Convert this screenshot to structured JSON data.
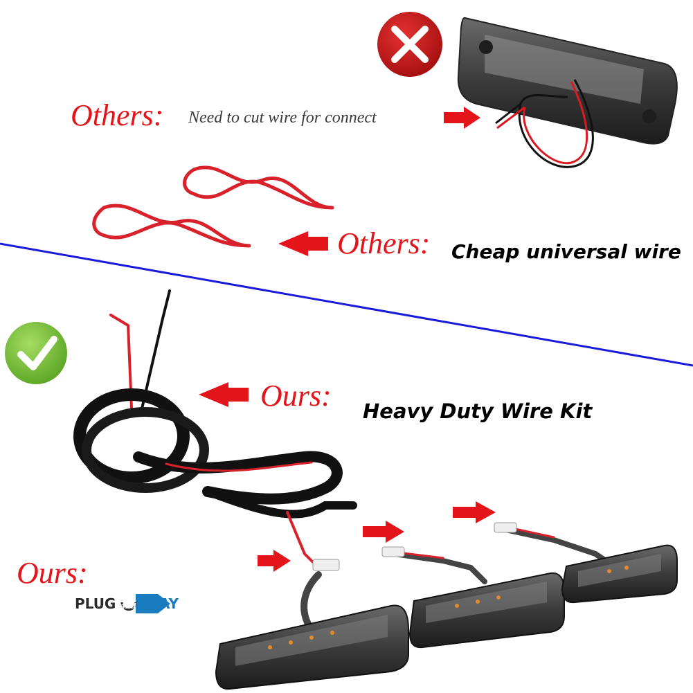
{
  "others_top": {
    "prefix": "Others:",
    "note": "Need to cut wire for connect"
  },
  "others_mid": {
    "prefix": "Others:",
    "note": "Cheap universal wire"
  },
  "ours_kit": {
    "prefix": "Ours:",
    "note": "Heavy Duty Wire Kit"
  },
  "ours_plug": {
    "prefix": "Ours:",
    "logo_text": "PLUG and PLAY"
  },
  "colors": {
    "accent_red": "#e3151a",
    "divider_blue": "#1a1adb",
    "check_green": "#7cc242",
    "cross_red": "#c41a1a"
  },
  "icons": {
    "bad": "cross-badge-icon",
    "good": "check-badge-icon"
  }
}
